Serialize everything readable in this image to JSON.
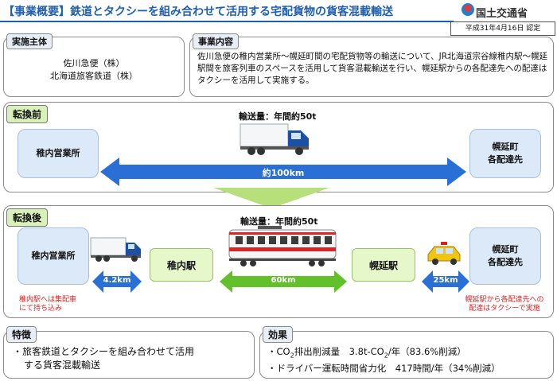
{
  "header": {
    "title": "【事業概要】鉄道とタクシーを組み合わせて活用する宅配貨物の貨客混載輸送",
    "ministry": "国土交通省",
    "date": "平成31年4月16日 認定"
  },
  "operator": {
    "label": "実施主体",
    "line1": "佐川急便（株）",
    "line2": "北海道旅客鉄道（株）"
  },
  "content": {
    "label": "事業内容",
    "text": "佐川急便の稚内営業所〜幌延町間の宅配貨物等の輸送について、JR北海道宗谷線稚内駅〜幌延駅間を旅客列車のスペースを活用して貨客混載輸送を行い、幌延駅からの各配達先への配達はタクシーを活用して実施する。"
  },
  "before": {
    "label": "転換前",
    "volume": "輸送量：年間約50t",
    "from": "稚内営業所",
    "to_line1": "幌延町",
    "to_line2": "各配達先",
    "distance": "約100km"
  },
  "after": {
    "label": "転換後",
    "volume": "輸送量：年間約50t",
    "from": "稚内営業所",
    "station1": "稚内駅",
    "station2": "幌延駅",
    "to_line1": "幌延町",
    "to_line2": "各配達先",
    "dist1": "4.2km",
    "dist2": "60km",
    "dist3": "25km",
    "note_left_1": "稚内駅へは集配車",
    "note_left_2": "にて持ち込み",
    "note_right_1": "幌延駅から各配達先への",
    "note_right_2": "配達はタクシーで実施"
  },
  "features": {
    "label": "特徴",
    "bullet": "・",
    "line1": "旅客鉄道とタクシーを組み合わせて活用",
    "line2": "する貨客混載輸送"
  },
  "effects": {
    "label": "効果",
    "bullet": "・",
    "co2_prefix": "CO",
    "co2_sub": "2",
    "co2_rest": "排出削減量　3.8t-CO",
    "co2_sub2": "2",
    "co2_tail": "/年（83.6%削減）",
    "driver": "ドライバー運転時間省力化　417時間/年（34%削減）"
  },
  "colors": {
    "accent_blue": "#1f5fb0",
    "arrow_blue": "#2a6fd6",
    "arrow_green": "#62c12a",
    "red_note": "#dd2222"
  }
}
